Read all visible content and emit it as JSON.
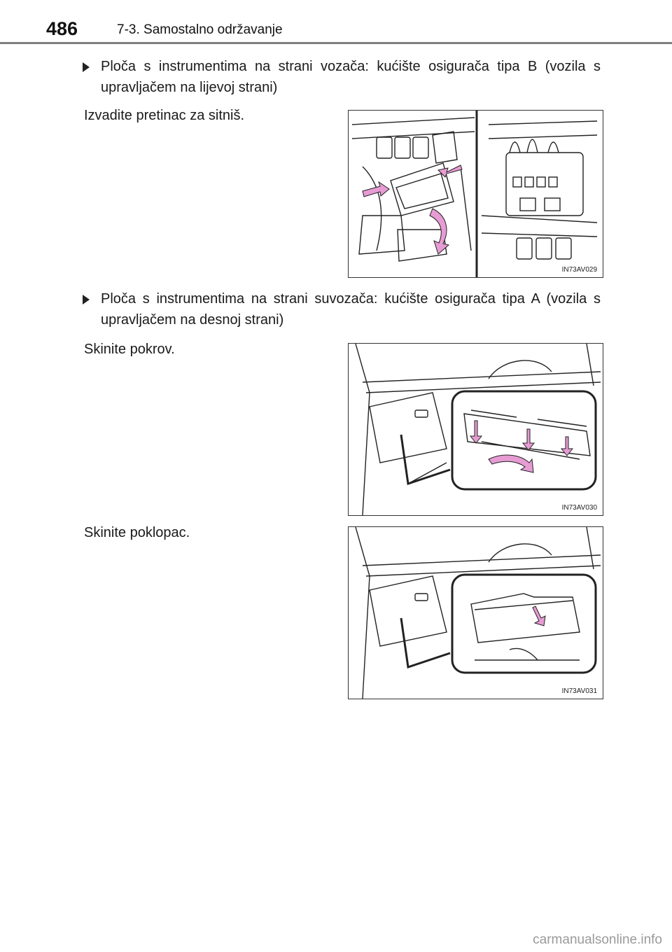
{
  "header": {
    "page_number": "486",
    "section_title": "7-3. Samostalno održavanje"
  },
  "blocks": [
    {
      "bullet": "Ploča s instrumentima na strani vozača: kućište osigurača tipa B (vozila s upravljačem na lijevoj strani)",
      "steps": [
        "Izvadite pretinac za sitniš."
      ],
      "figures": [
        "IN73AV029"
      ]
    },
    {
      "bullet": "Ploča s instrumentima na strani suvozača: kućište osigurača tipa A (vozila s upravljačem na desnoj strani)",
      "steps": [
        "Skinite pokrov.",
        "Skinite poklopac."
      ],
      "figures": [
        "IN73AV030",
        "IN73AV031"
      ]
    }
  ],
  "colors": {
    "arrow": "#e79bd3",
    "line": "#222222",
    "rule": "#7f7f7f"
  },
  "watermark": "carmanualsonline.info"
}
